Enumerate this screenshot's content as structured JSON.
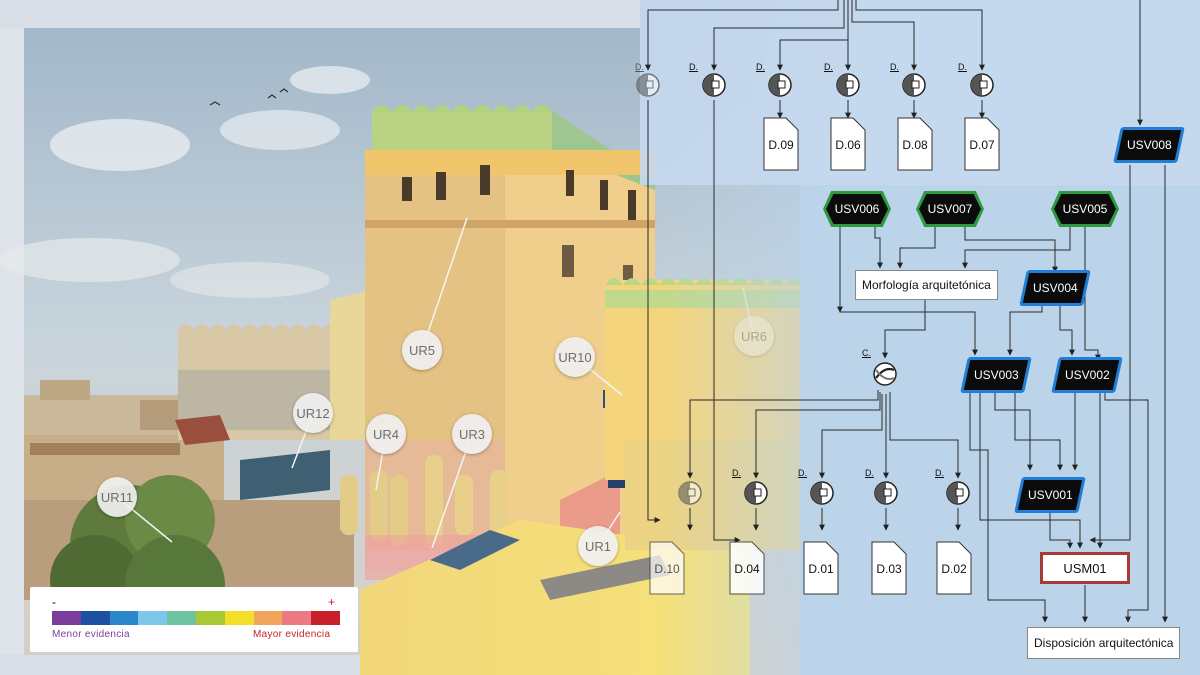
{
  "reconstruction": {
    "units": [
      {
        "id": "ur5",
        "label": "UR5"
      },
      {
        "id": "ur10",
        "label": "UR10"
      },
      {
        "id": "ur6",
        "label": "UR6"
      },
      {
        "id": "ur12",
        "label": "UR12"
      },
      {
        "id": "ur4",
        "label": "UR4"
      },
      {
        "id": "ur3",
        "label": "UR3"
      },
      {
        "id": "ur11",
        "label": "UR11"
      },
      {
        "id": "ur1",
        "label": "UR1"
      }
    ]
  },
  "legend": {
    "minus": "-",
    "plus": "+",
    "low_label": "Menor evidencia",
    "high_label": "Mayor evidencia",
    "colors": [
      "#7b3d9b",
      "#1d4fa3",
      "#2a87c9",
      "#7cc7ea",
      "#6fc3a0",
      "#a8c934",
      "#f3df2a",
      "#f2a45a",
      "#ec7a84",
      "#c8202a"
    ],
    "low_color": "#7b3d9b",
    "high_color": "#c8202a"
  },
  "matrix": {
    "extractors_top": [
      {
        "label": "D."
      },
      {
        "label": "D."
      },
      {
        "label": "D."
      },
      {
        "label": "D."
      },
      {
        "label": "D."
      },
      {
        "label": "D."
      }
    ],
    "documents_top": [
      "D.09",
      "D.06",
      "D.08",
      "D.07"
    ],
    "usv_green": [
      "USV006",
      "USV007",
      "USV005"
    ],
    "usv_blue": [
      "USV008",
      "USV004",
      "USV003",
      "USV002",
      "USV001"
    ],
    "property_morfologia": "Morfología arquitetónica",
    "property_disposicion": "Disposición arquitectónica",
    "combiner": "C.",
    "extractors_bottom": [
      {
        "label": "D."
      },
      {
        "label": "D."
      },
      {
        "label": "D."
      },
      {
        "label": "D."
      }
    ],
    "documents_bottom": [
      "D.10",
      "D.04",
      "D.01",
      "D.03",
      "D.02"
    ],
    "usm": "USM01"
  }
}
